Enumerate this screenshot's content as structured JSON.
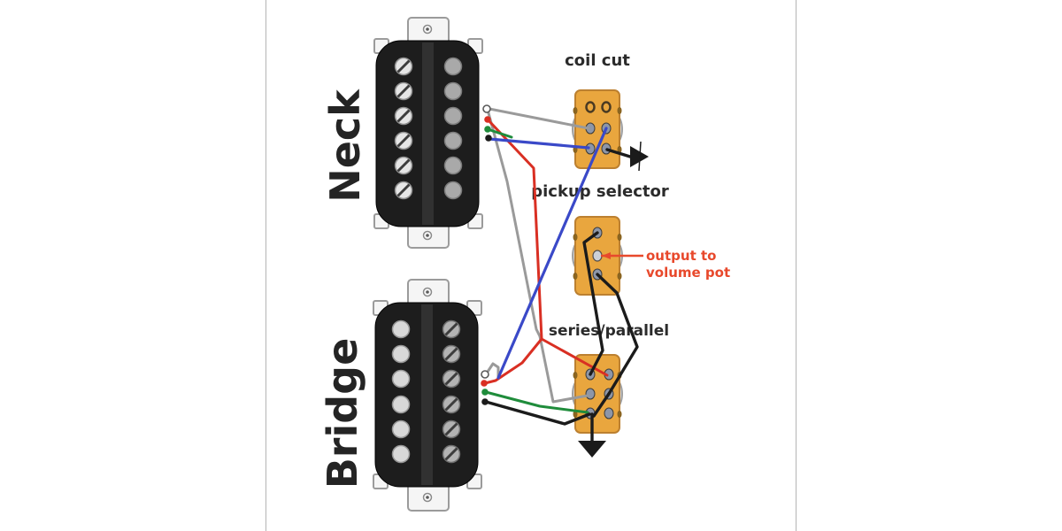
{
  "diagram": {
    "type": "guitar-wiring-diagram",
    "labels": {
      "neck": "Neck",
      "bridge": "Bridge",
      "coil_cut": "coil cut",
      "pickup_selector": "pickup selector",
      "series_parallel": "series/parallel",
      "output_line1": "output to",
      "output_line2": "volume pot"
    },
    "pickups": [
      {
        "name": "Neck",
        "poles_per_coil": 6,
        "conductors": [
          "bare",
          "red",
          "green",
          "black"
        ]
      },
      {
        "name": "Bridge",
        "poles_per_coil": 6,
        "conductors": [
          "bare",
          "red",
          "green",
          "black"
        ]
      }
    ],
    "switches": [
      {
        "label": "coil cut",
        "lugs": 6,
        "grounded": true
      },
      {
        "label": "pickup selector",
        "lugs": 3,
        "note": "output to volume pot"
      },
      {
        "label": "series/parallel",
        "lugs": 6,
        "grounded": true
      }
    ],
    "wires": [
      {
        "name": "neck-bare-to-coil-cut",
        "color": "gray"
      },
      {
        "name": "neck-bare-to-series-parallel",
        "color": "gray"
      },
      {
        "name": "neck-red-to-series-parallel",
        "color": "red"
      },
      {
        "name": "red-branch-to-bridge-red",
        "color": "red"
      },
      {
        "name": "neck-green-link",
        "color": "green"
      },
      {
        "name": "neck-black-to-coil-cut",
        "color": "blue"
      },
      {
        "name": "coil-cut-to-bridge-bare",
        "color": "blue"
      },
      {
        "name": "coil-cut-to-ground",
        "color": "black"
      },
      {
        "name": "selector-top-to-series-parallel",
        "color": "black"
      },
      {
        "name": "selector-bottom-to-series-parallel",
        "color": "black"
      },
      {
        "name": "bridge-green-to-series-parallel",
        "color": "green"
      },
      {
        "name": "bridge-black-to-series-parallel",
        "color": "black"
      },
      {
        "name": "series-parallel-to-ground",
        "color": "black"
      },
      {
        "name": "output-indicator",
        "color": "output-red"
      }
    ],
    "colors": {
      "wire-gray": "#9a9a9a",
      "wire-red": "#d92f23",
      "wire-green": "#1f8c3b",
      "wire-blue": "#3a49c8",
      "wire-black": "#1b1b1b",
      "switch-body": "#e9a63e",
      "switch-border": "#bc8030",
      "switch-notch": "#8a6420",
      "switch-ring": "#d9d9d9",
      "switch-ring-border": "#a0a0a0",
      "lug-fill": "#8d96a8",
      "lug-light": "#ccd0d6",
      "lug-empty-stroke": "#4a3a22",
      "pickup-body": "#1d1d1d",
      "pickup-seam": "#313131",
      "baseplate": "#f5f5f5",
      "baseplate-border": "#9b9b9b",
      "pole-screw": "#e6e6e6",
      "pole-slug": "#a9a9a9",
      "pole-slug-light": "#d8d8d8",
      "pole-screw-dark": "#b3b3b3",
      "label": "#2b2b2b",
      "label-big": "#242424",
      "output-label": "#e8492c",
      "frame-line": "#b5b5b5"
    }
  }
}
